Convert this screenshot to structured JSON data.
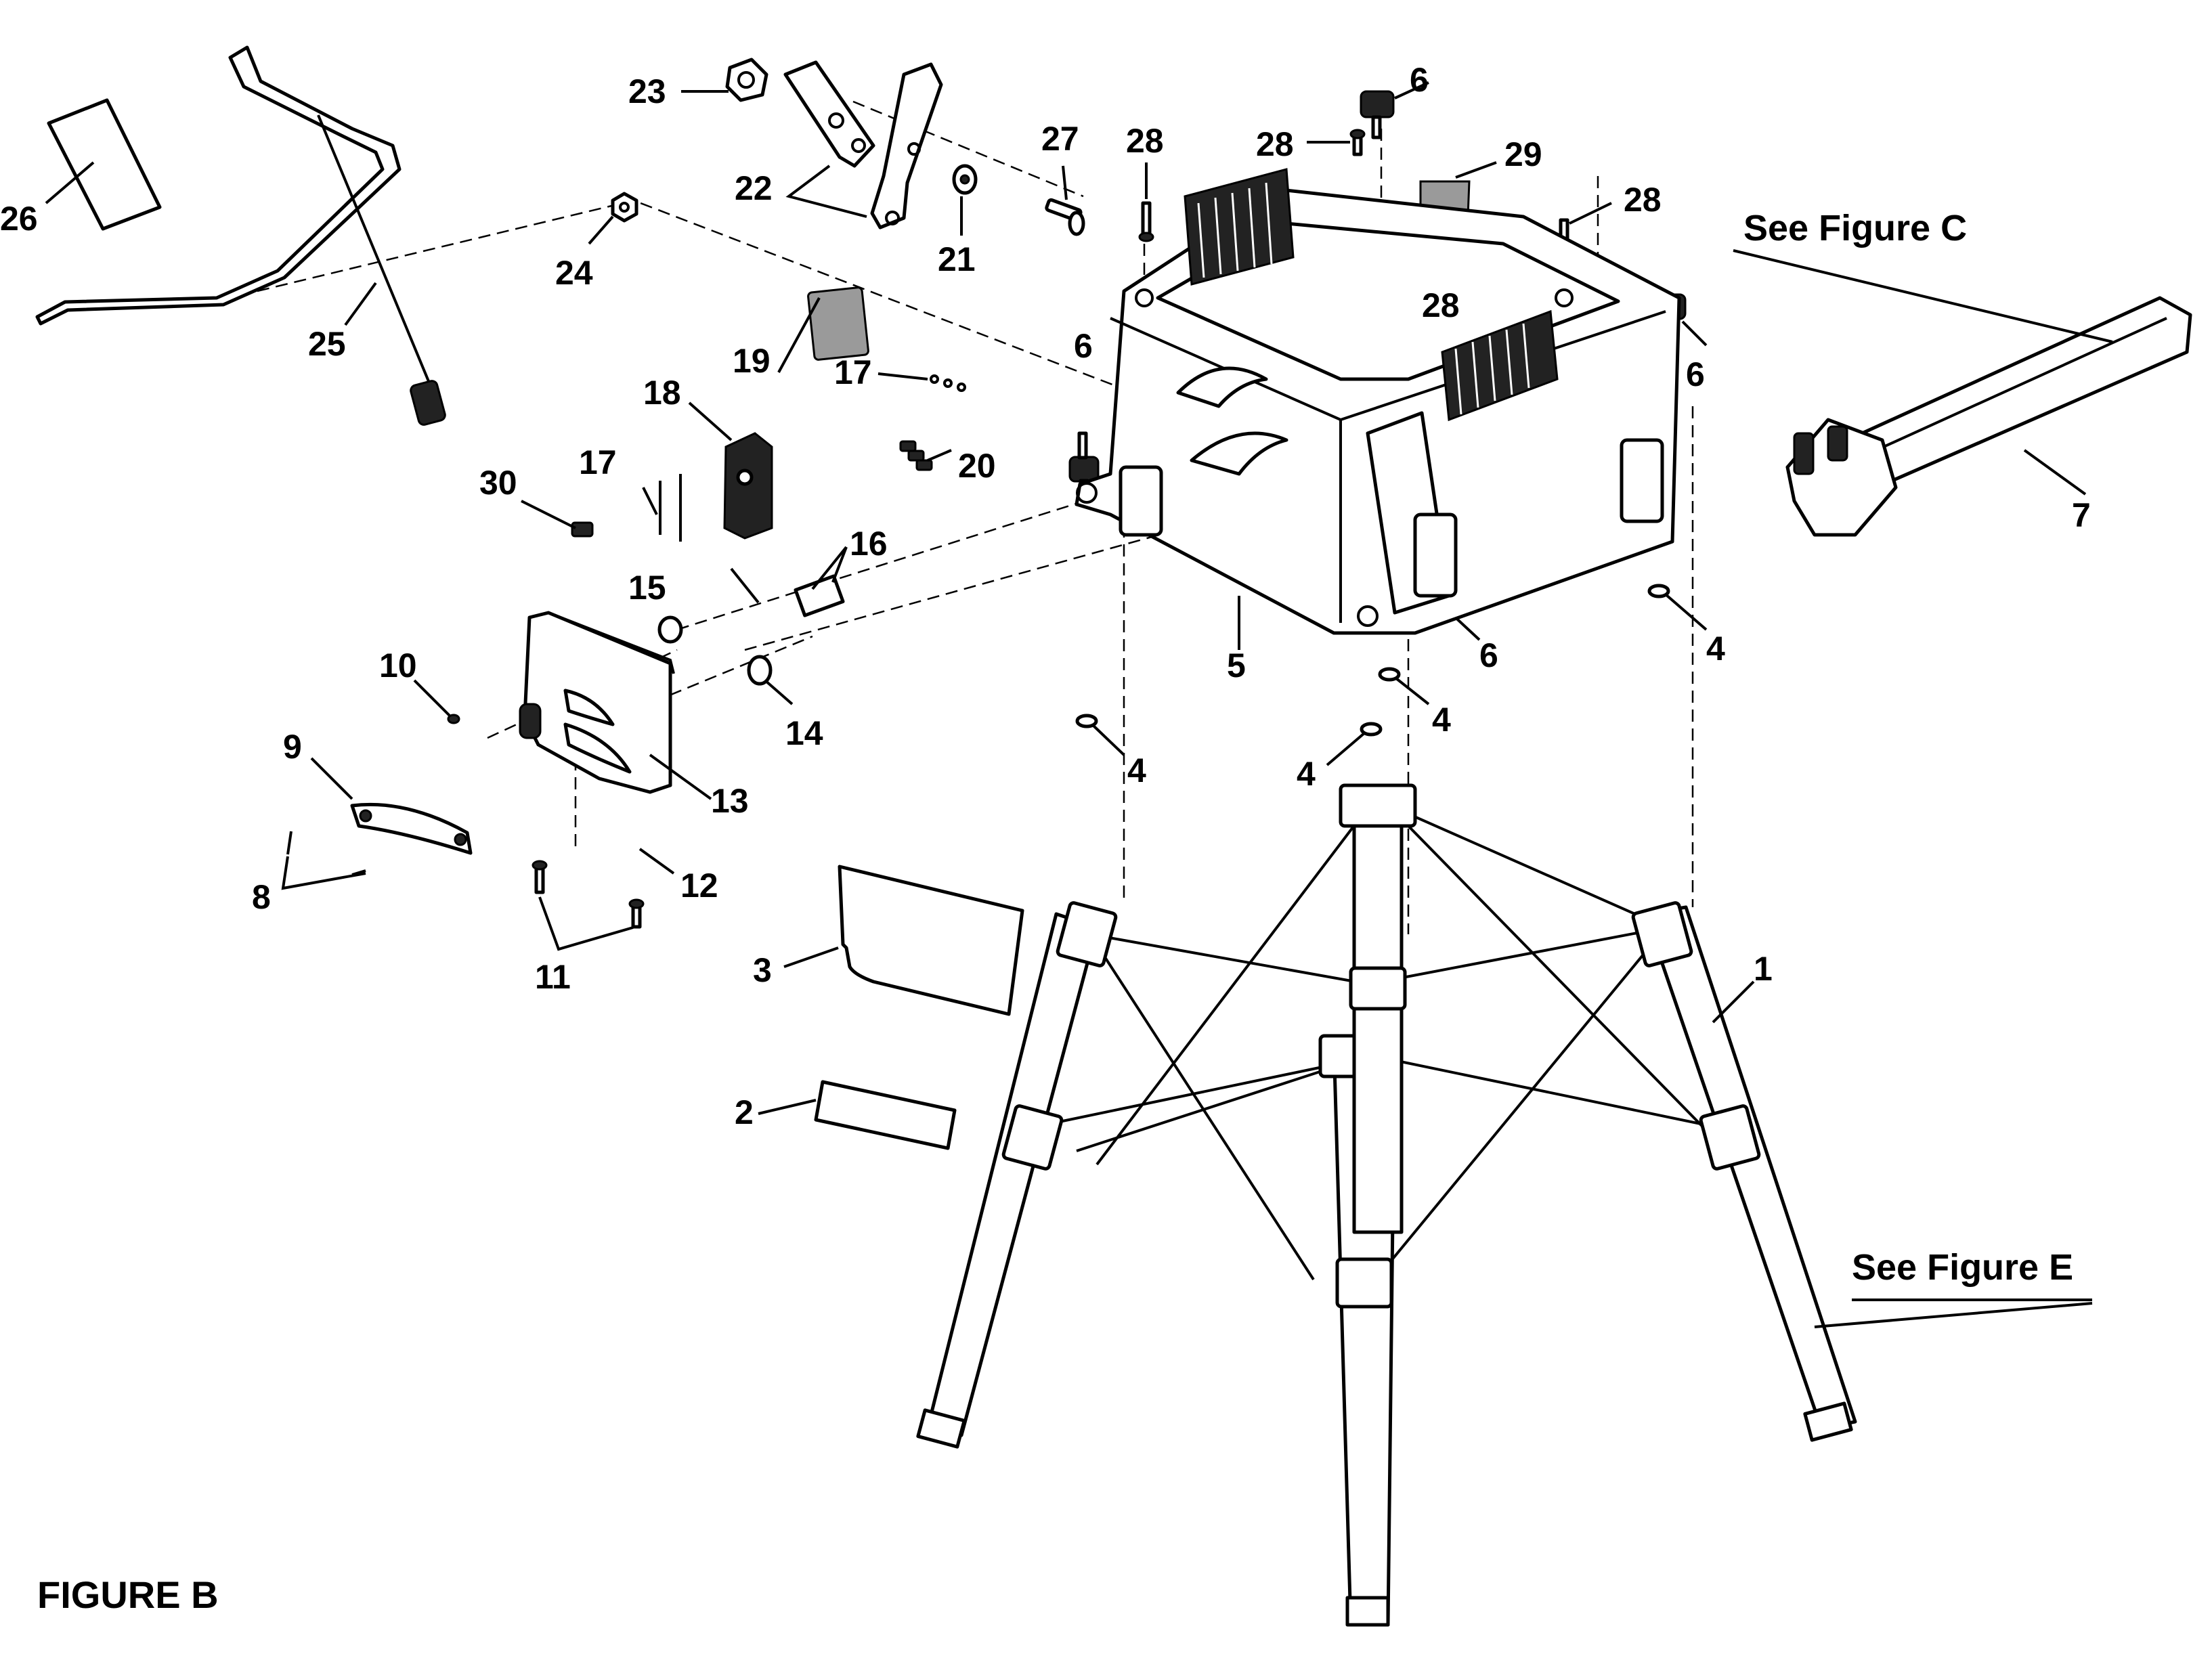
{
  "figure_title": "FIGURE B",
  "references": {
    "figure_c": "See Figure C",
    "figure_e": "See Figure E"
  },
  "callouts": {
    "c1": "1",
    "c2": "2",
    "c3": "3",
    "c4a": "4",
    "c4b": "4",
    "c4c": "4",
    "c4d": "4",
    "c5": "5",
    "c6a": "6",
    "c6b": "6",
    "c6c": "6",
    "c6d": "6",
    "c7": "7",
    "c8": "8",
    "c9": "9",
    "c10": "10",
    "c11": "11",
    "c12": "12",
    "c13": "13",
    "c14": "14",
    "c15": "15",
    "c16": "16",
    "c17a": "17",
    "c17b": "17",
    "c18": "18",
    "c19": "19",
    "c20": "20",
    "c21": "21",
    "c22": "22",
    "c23": "23",
    "c24": "24",
    "c25": "25",
    "c26": "26",
    "c27": "27",
    "c28a": "28",
    "c28b": "28",
    "c28c": "28",
    "c28d": "28",
    "c29": "29",
    "c30": "30"
  }
}
